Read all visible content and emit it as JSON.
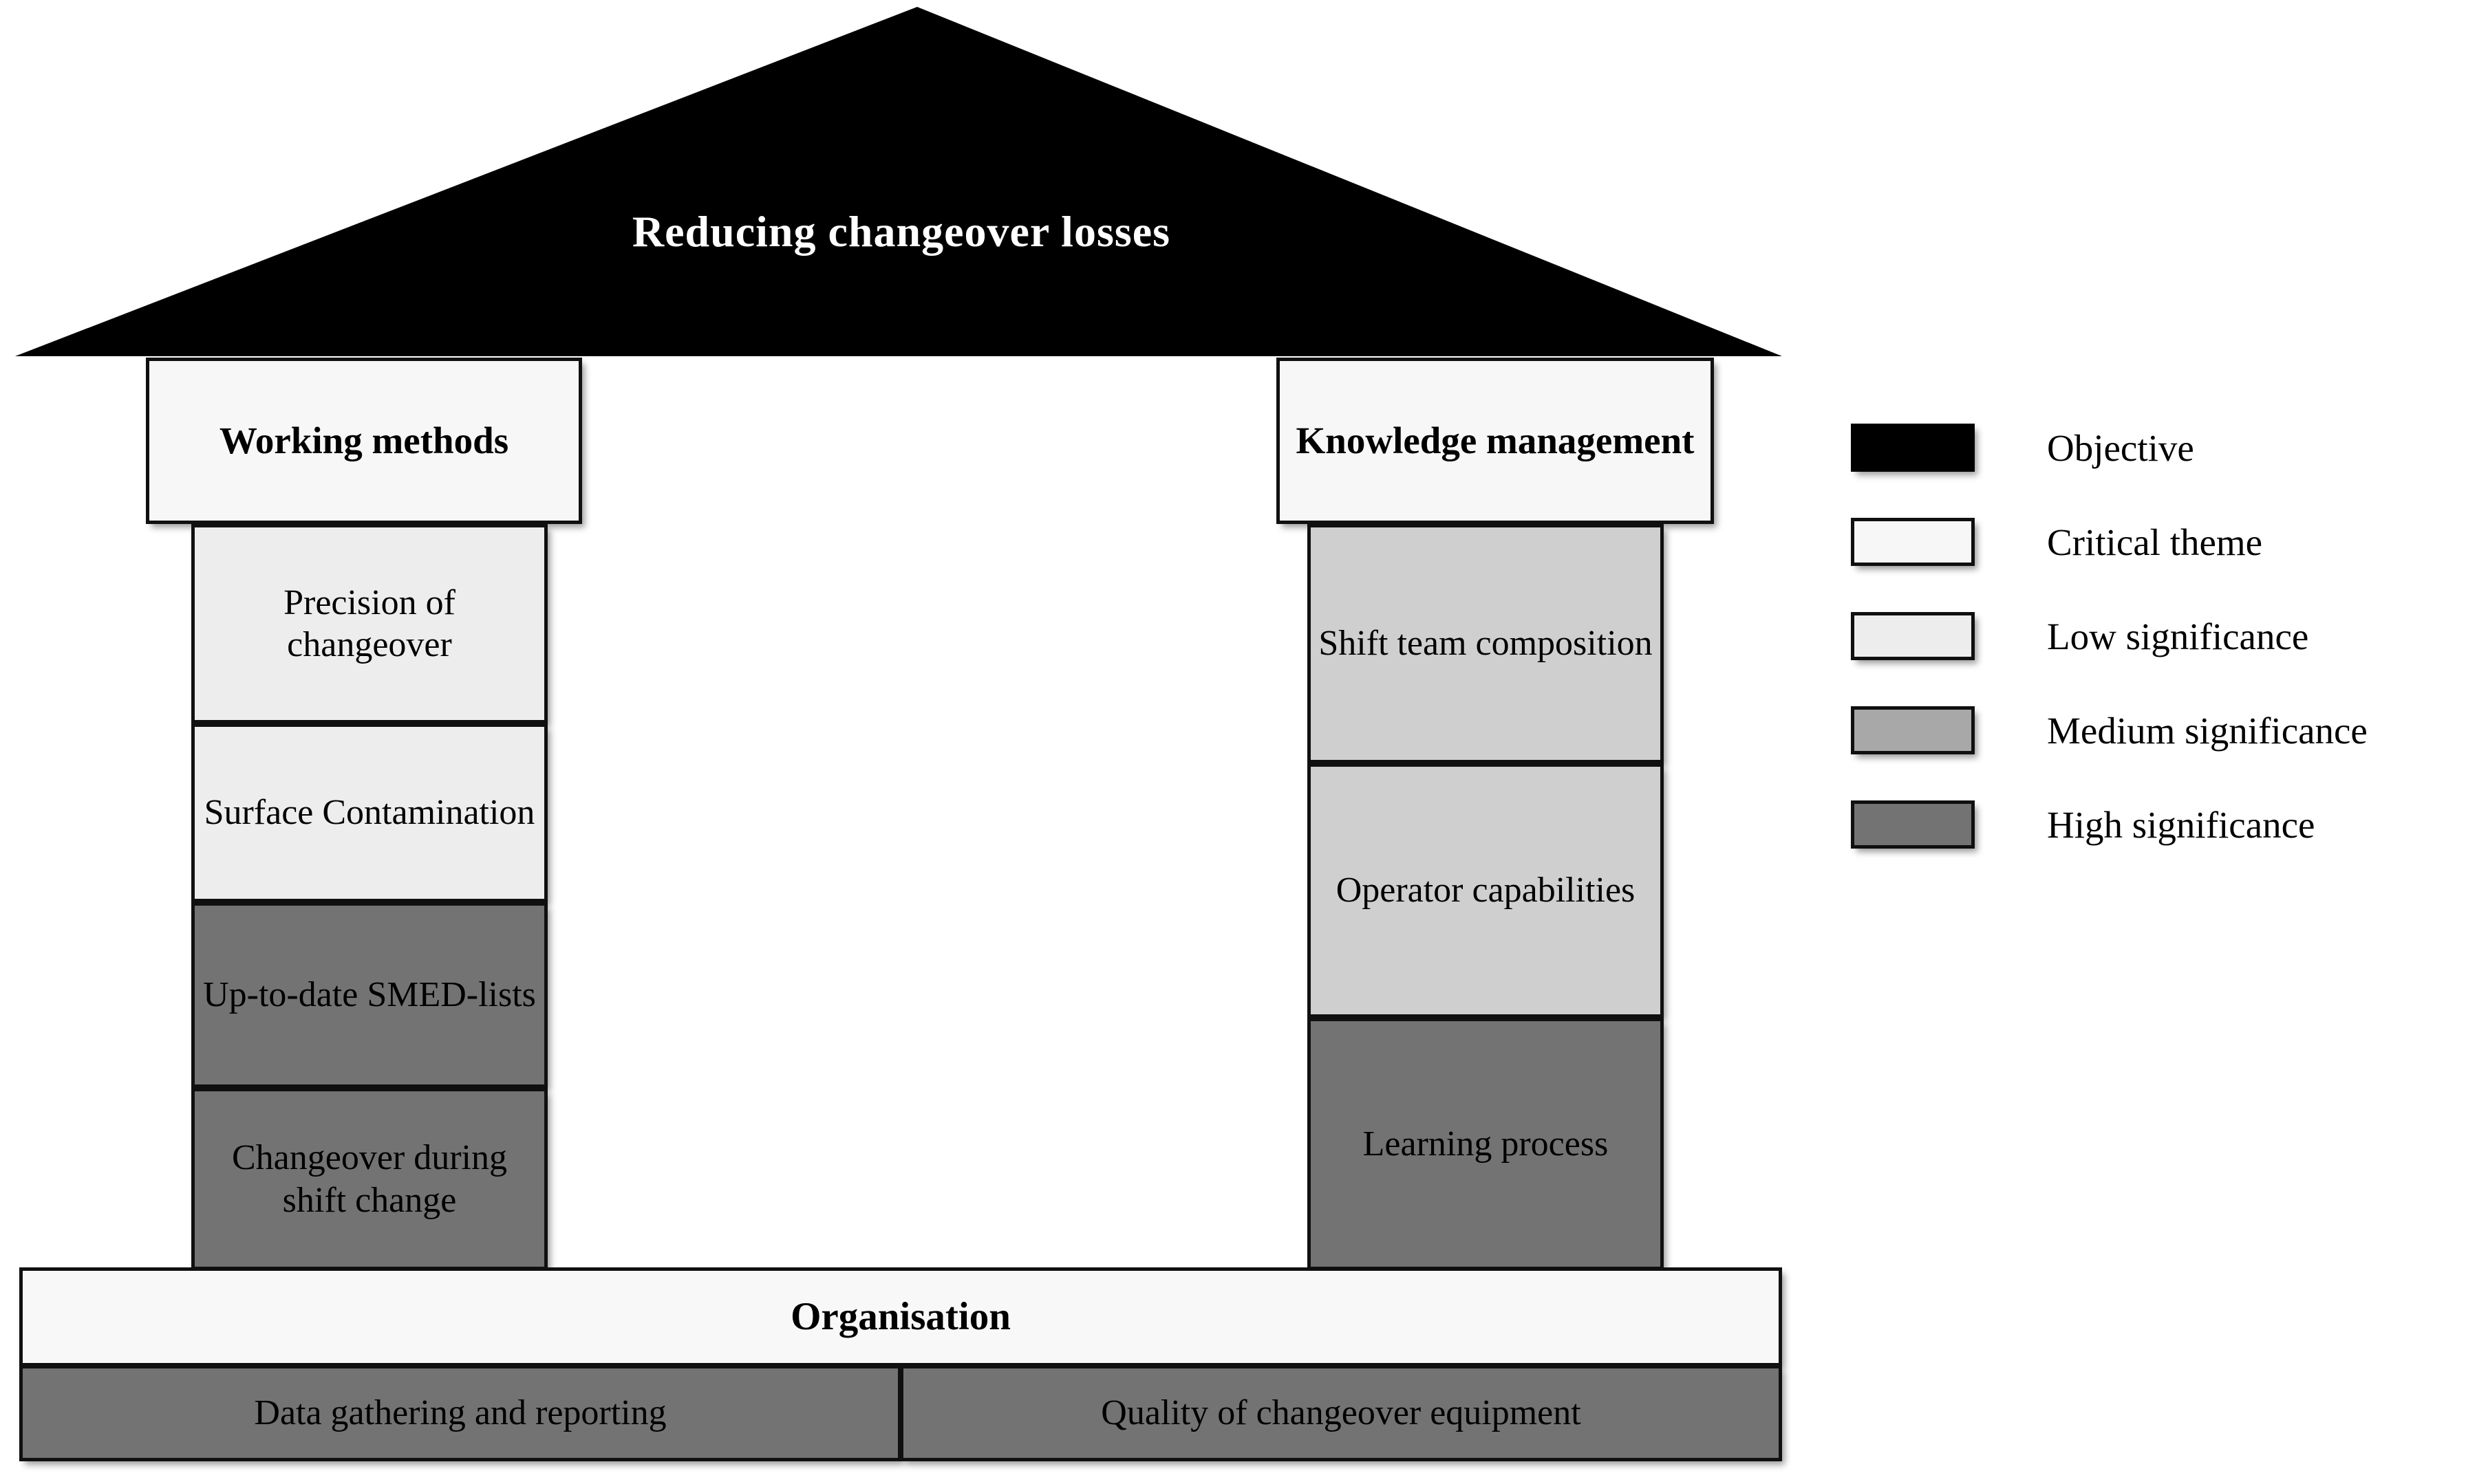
{
  "diagram": {
    "type": "house-model",
    "roof": {
      "label": "Reducing changeover losses",
      "category": "Objective",
      "color": "#000000"
    },
    "pillars": [
      {
        "name": "working-methods",
        "header": {
          "label": "Working methods",
          "category": "Critical theme",
          "color": "#f7f7f7"
        },
        "items": [
          {
            "label": "Precision of changeover",
            "significance": "Low significance",
            "color": "#ededed"
          },
          {
            "label": "Surface Contamination",
            "significance": "Low significance",
            "color": "#ededed"
          },
          {
            "label": "Up-to-date SMED-lists",
            "significance": "High significance",
            "color": "#737373"
          },
          {
            "label": "Changeover during shift change",
            "significance": "High significance",
            "color": "#737373"
          }
        ]
      },
      {
        "name": "knowledge-management",
        "header": {
          "label": "Knowledge management",
          "category": "Critical theme",
          "color": "#f7f7f7"
        },
        "items": [
          {
            "label": "Shift team composition",
            "significance": "Medium significance",
            "color": "#cfcfcf"
          },
          {
            "label": "Operator capabilities",
            "significance": "Medium significance",
            "color": "#cfcfcf"
          },
          {
            "label": "Learning process",
            "significance": "High significance",
            "color": "#737373"
          }
        ]
      }
    ],
    "foundation": {
      "header": {
        "label": "Organisation",
        "category": "Critical theme",
        "color": "#f8f8f8"
      },
      "items": [
        {
          "label": "Data  gathering and reporting",
          "significance": "High significance",
          "color": "#737373"
        },
        {
          "label": "Quality of changeover equipment",
          "significance": "High significance",
          "color": "#737373"
        }
      ]
    }
  },
  "legend": {
    "items": [
      {
        "label": "Objective",
        "color": "#000000",
        "bordered": false
      },
      {
        "label": "Critical theme",
        "color": "#f7f7f7",
        "bordered": true
      },
      {
        "label": "Low significance",
        "color": "#ededed",
        "bordered": true
      },
      {
        "label": "Medium significance",
        "color": "#a8a8a8",
        "bordered": true
      },
      {
        "label": "High significance",
        "color": "#737373",
        "bordered": true
      }
    ]
  }
}
